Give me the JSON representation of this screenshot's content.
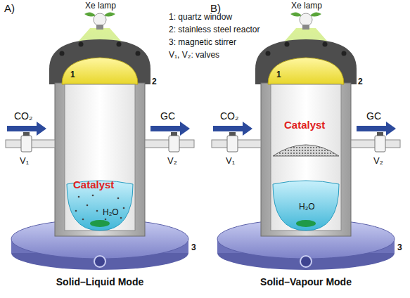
{
  "diagram": {
    "labels": [
      "A)",
      "Xe lamp",
      "1: quartz window",
      "2: stainless steel reactor",
      "3: magnetic stirrer",
      "V₁, V₂: valves",
      "1",
      "2",
      "CO₂",
      "GC",
      "V₁",
      "V₂",
      "Catalyst",
      "H₂O",
      "3",
      "Solid–Liquid Mode",
      "B)",
      "Xe lamp",
      "1",
      "2",
      "CO₂",
      "GC",
      "V₁",
      "V₂",
      "Catalyst",
      "H₂O",
      "3",
      "Solid–Vapour Mode"
    ]
  }
}
